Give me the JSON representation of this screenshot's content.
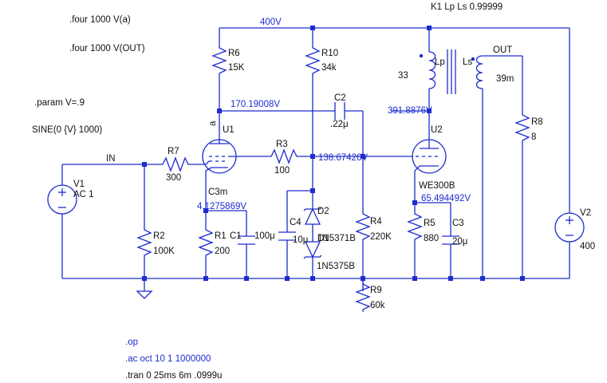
{
  "directives": {
    "four_a": ".four 1000 V(a)",
    "four_out": ".four 1000 V(OUT)",
    "param": ".param V=.9",
    "sine": "SINE(0 {V} 1000)",
    "coupling": "K1 Lp Ls 0.99999",
    "op": ".op",
    "ac": ".ac oct 10 1 1000000",
    "tran": ".tran 0 25ms 6m .0999u"
  },
  "net_labels": {
    "in": "IN",
    "out": "OUT",
    "a": "a"
  },
  "node_voltages": {
    "supply": "400V",
    "u1_plate": "170.19008V",
    "u1_cathode": "4.1275869V",
    "grid_u2": "138.67426V",
    "u2_plate": "391.8876V",
    "u2_cathode": "65.494492V"
  },
  "components": {
    "R6": {
      "name": "R6",
      "value": "15K"
    },
    "R10": {
      "name": "R10",
      "value": "34k"
    },
    "R7": {
      "name": "R7",
      "value": "300"
    },
    "R3": {
      "name": "R3",
      "value": "100"
    },
    "R2": {
      "name": "R2",
      "value": "100K"
    },
    "R1": {
      "name": "R1",
      "value": "200"
    },
    "C1": {
      "name": "C1",
      "value": "100μ"
    },
    "C4": {
      "name": "C4",
      "value": "10μ"
    },
    "D1": {
      "name": "D1",
      "value": "1N5371B"
    },
    "D2": {
      "name": "D2",
      "value": "1N5375B"
    },
    "C2": {
      "name": "C2",
      "value": ".22μ"
    },
    "R4": {
      "name": "R4",
      "value": "220K"
    },
    "R9": {
      "name": "R9",
      "value": "60k"
    },
    "U1": {
      "name": "U1",
      "value": "C3m"
    },
    "U2": {
      "name": "U2",
      "value": "WE300B"
    },
    "R5": {
      "name": "R5",
      "value": "880"
    },
    "C3": {
      "name": "C3",
      "value": "20μ"
    },
    "Lp": {
      "name": "Lp",
      "value": "33"
    },
    "Ls": {
      "name": "Ls",
      "value": "39m"
    },
    "R8": {
      "name": "R8",
      "value": "8"
    },
    "V1": {
      "name": "V1",
      "value": "AC 1"
    },
    "V2": {
      "name": "V2",
      "value": "400"
    }
  }
}
